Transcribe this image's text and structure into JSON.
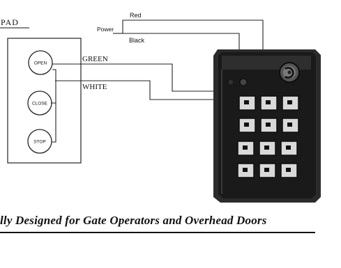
{
  "pad_label": "PAD",
  "buttons": {
    "open": "OPEN",
    "close": "CLOSE",
    "stop": "STOP"
  },
  "wires": {
    "green": "GREEN",
    "white": "WHITE",
    "red": "Red",
    "black": "Black"
  },
  "power_label": "Power",
  "tagline": "lly Designed for Gate Operators and Overhead Doors"
}
